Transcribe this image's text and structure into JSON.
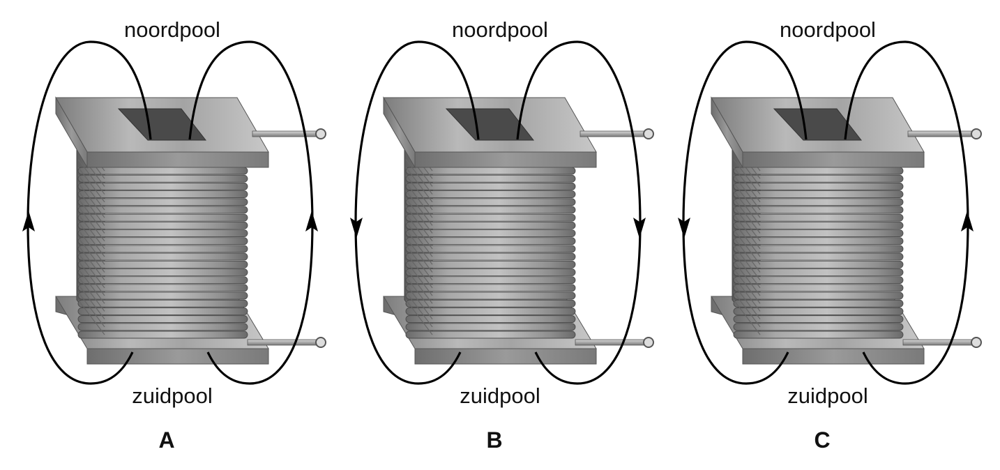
{
  "panels": [
    {
      "letter": "A",
      "north_label": "noordpool",
      "south_label": "zuidpool",
      "left_arrow": "up",
      "right_arrow": "up"
    },
    {
      "letter": "B",
      "north_label": "noordpool",
      "south_label": "zuidpool",
      "left_arrow": "down",
      "right_arrow": "down"
    },
    {
      "letter": "C",
      "north_label": "noordpool",
      "south_label": "zuidpool",
      "left_arrow": "down",
      "right_arrow": "up"
    }
  ],
  "colors": {
    "field_line": "#000000",
    "plate": "#8f8f8f",
    "coil": "#8a8a8a",
    "core_hole": "#4a4a4a"
  }
}
